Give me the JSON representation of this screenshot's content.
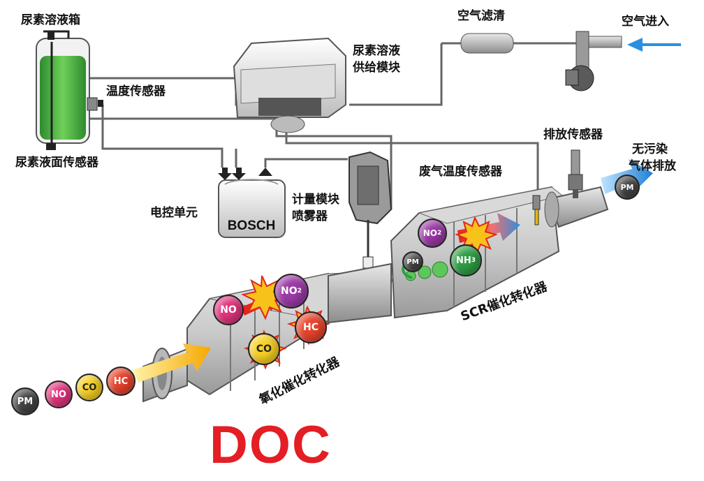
{
  "labels": {
    "urea_tank": "尿素溶液箱",
    "temp_sensor": "温度传感器",
    "level_sensor": "尿素液面传感器",
    "supply_module_line1": "尿素溶液",
    "supply_module_line2": "供给模块",
    "air_filter": "空气滤清",
    "air_in": "空气进入",
    "ecu": "电控单元",
    "dosing_line1": "计量模块",
    "dosing_line2": "喷雾器",
    "exhaust_temp_sensor": "废气温度传感器",
    "emission_sensor": "排放传感器",
    "clean_gas_line1": "无污染",
    "clean_gas_line2": "气体排放",
    "scr_catalyst": "SCR催化转化器",
    "oxidation_catalyst": "氧化催化转化器",
    "bosch": "BOSCH",
    "doc_title": "DOC"
  },
  "molecules": {
    "pm": "PM",
    "no": "NO",
    "co": "CO",
    "hc": "HC",
    "no2_base": "NO",
    "nh3_base": "NH",
    "sub_2": "2",
    "sub_3": "3"
  },
  "colors": {
    "doc_red": "#e31e24",
    "urea_green": "#3cb043",
    "arrow_yellow": "#f5b400",
    "arrow_blue": "#2b8fe0",
    "mol_no": "#e2347e",
    "mol_co": "#f7d024",
    "mol_hc": "#e8442d",
    "mol_no2": "#9b3aa6",
    "mol_nh3": "#2f9e44",
    "mol_pm": "#444444"
  }
}
